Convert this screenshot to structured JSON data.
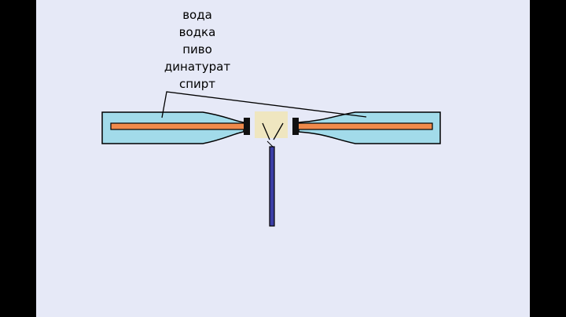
{
  "labels": [
    "вода",
    "водка",
    "пиво",
    "динатурат",
    "спирт"
  ],
  "colors": {
    "page": "#e6e9f7",
    "border": "#000000",
    "liquid": "#a2dbea",
    "rod": "#f08a4b",
    "junction_box": "#efe6c0",
    "feed_line": "#3b3ea6",
    "insulator": "#111111"
  }
}
